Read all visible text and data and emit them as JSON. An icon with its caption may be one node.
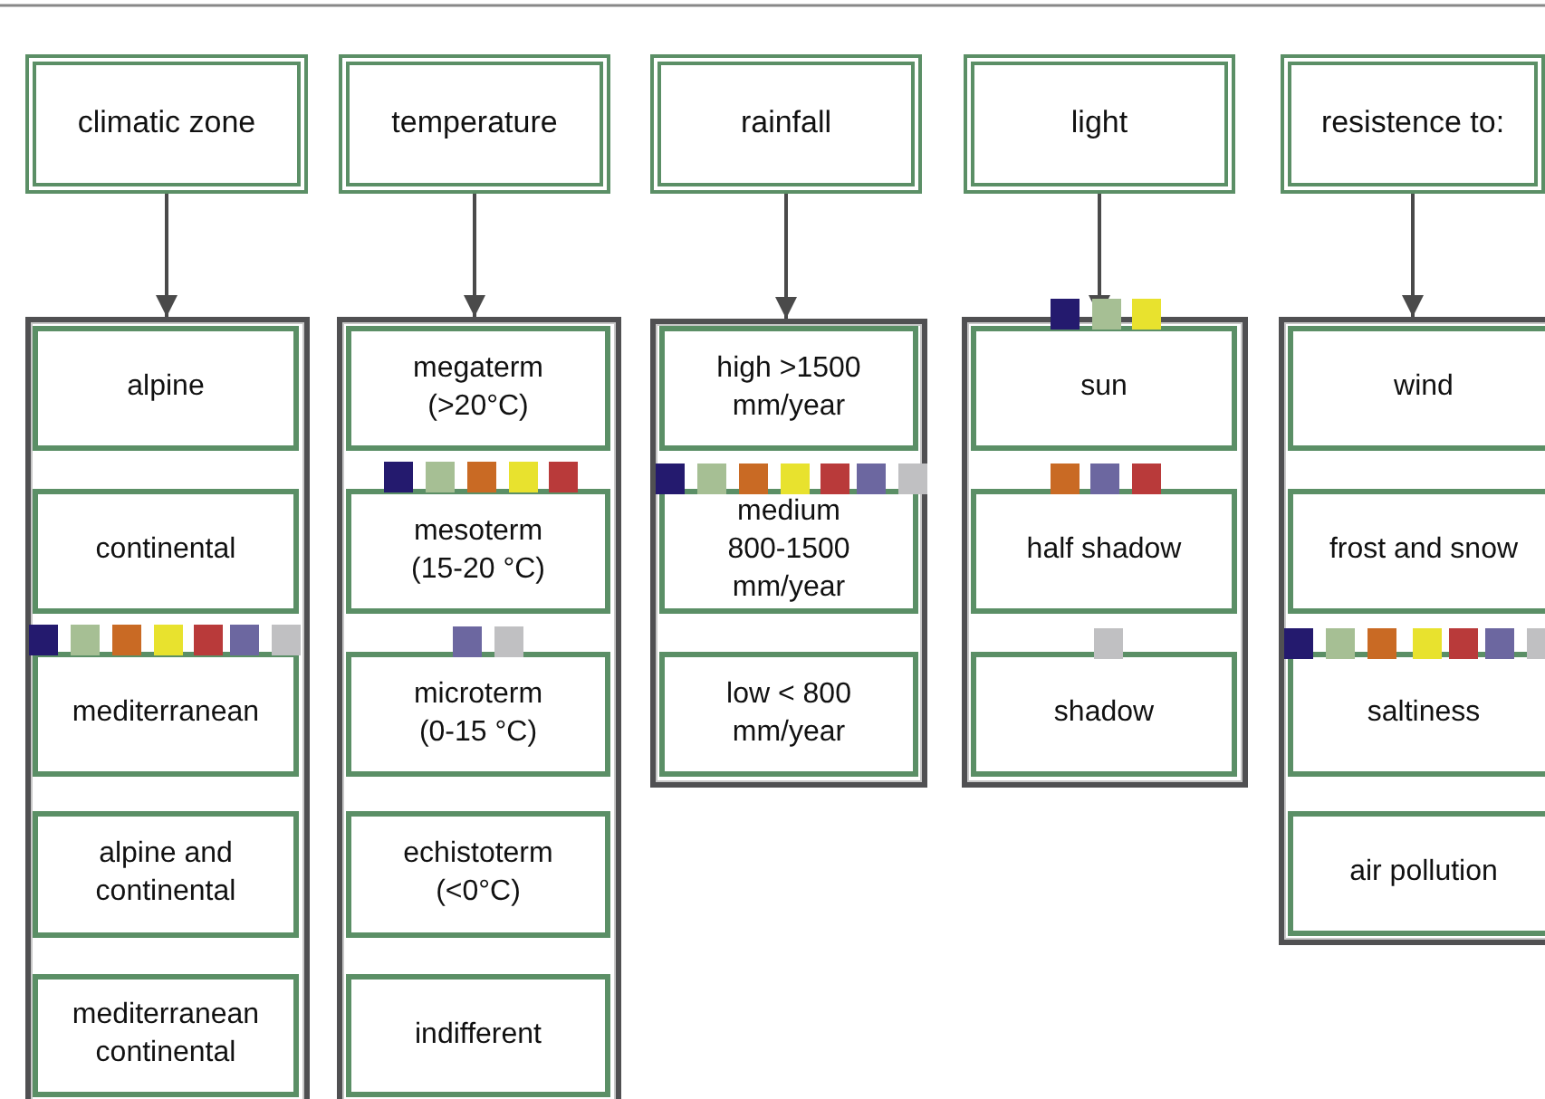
{
  "diagram": {
    "nodes": [
      {
        "text": [
          "climatic zone"
        ]
      },
      {
        "text": [
          "temperature"
        ]
      },
      {
        "text": [
          "rainfall"
        ]
      },
      {
        "text": [
          "light"
        ]
      },
      {
        "text": [
          "resistence to:"
        ]
      },
      {
        "text": [],
        "shape": "box"
      },
      {
        "text": [
          "alpine"
        ],
        "in": 5
      },
      {
        "text": [
          "continental"
        ],
        "in": 5
      },
      {
        "text": [
          "mediterranean"
        ],
        "in": 5
      },
      {
        "text": [
          "alpine and continental"
        ],
        "in": 5
      },
      {
        "text": [
          "mediterranean continental"
        ],
        "in": 5
      },
      {
        "text": [],
        "shape": "box"
      },
      {
        "text": [
          "megaterm (>20°C)"
        ],
        "in": 11
      },
      {
        "text": [
          "mesoterm (15-20 °C)"
        ],
        "in": 11
      },
      {
        "text": [
          "microterm (0-15 °C)"
        ],
        "in": 11
      },
      {
        "text": [
          "echistoterm (<0°C)"
        ],
        "in": 11
      },
      {
        "text": [
          "indifferent"
        ],
        "in": 11
      },
      {
        "text": [],
        "shape": "box"
      },
      {
        "text": [
          "high >1500 mm/year"
        ],
        "in": 17
      },
      {
        "text": [
          "medium 800-1500 mm/year"
        ],
        "in": 17
      },
      {
        "text": [
          "low < 800 mm/year"
        ],
        "in": 17
      },
      {
        "text": [],
        "shape": "box"
      },
      {
        "text": [
          "sun"
        ],
        "in": 21
      },
      {
        "text": [
          "half shadow"
        ],
        "in": 21
      },
      {
        "text": [
          "shadow"
        ],
        "in": 21
      },
      {
        "text": [],
        "shape": "box"
      },
      {
        "text": [
          "wind"
        ],
        "in": 25
      },
      {
        "text": [
          "frost and snow"
        ],
        "in": 25
      },
      {
        "text": [
          "saltiness"
        ],
        "in": 25
      },
      {
        "text": [
          "air pollution"
        ],
        "in": 25
      }
    ],
    "edges": [
      {
        "from": 0,
        "to": 5,
        "arrow": "to"
      },
      {
        "from": 1,
        "to": 11,
        "arrow": "to"
      },
      {
        "from": 2,
        "to": 17,
        "arrow": "to"
      },
      {
        "from": 3,
        "to": 21,
        "arrow": "to"
      },
      {
        "from": 4,
        "to": 25,
        "arrow": "to"
      }
    ]
  }
}
